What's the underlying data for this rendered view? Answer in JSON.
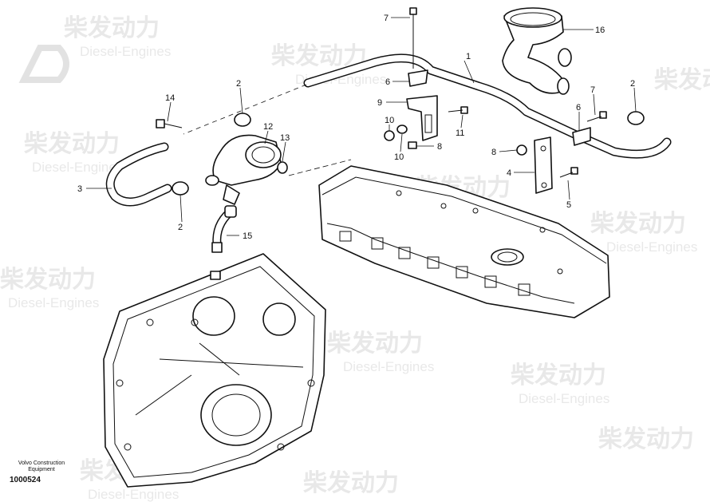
{
  "watermark": {
    "brand_cn": "柴发动力",
    "brand_en": "Diesel-Engines"
  },
  "callouts": [
    "1",
    "2",
    "2",
    "2",
    "3",
    "4",
    "5",
    "6",
    "6",
    "7",
    "7",
    "8",
    "8",
    "9",
    "10",
    "10",
    "11",
    "12",
    "13",
    "14",
    "15",
    "16"
  ],
  "footer": {
    "maker_line1": "Volvo Construction",
    "maker_line2": "Equipment",
    "drawing_id": "1000524"
  }
}
